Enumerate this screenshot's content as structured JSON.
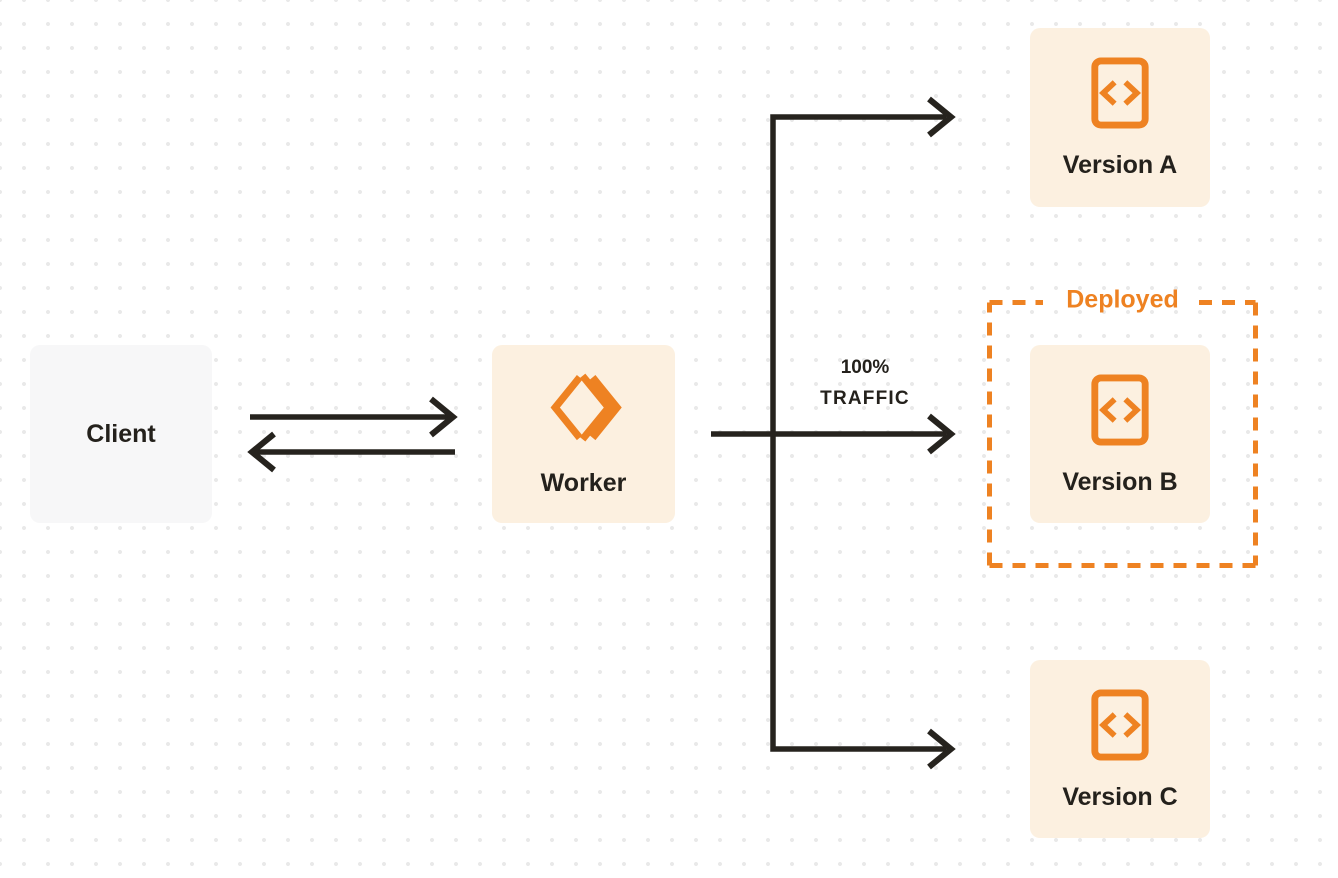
{
  "colors": {
    "orange": "#ee8222",
    "cream": "#fcf0e0",
    "client_bg": "#f7f7f8",
    "line": "#26231e",
    "text": "#24211c",
    "dot": "#e9e9e9",
    "bg": "#ffffff"
  },
  "nodes": {
    "client": {
      "label": "Client"
    },
    "worker": {
      "label": "Worker"
    },
    "version_a": {
      "label": "Version A"
    },
    "version_b": {
      "label": "Version B"
    },
    "version_c": {
      "label": "Version C"
    }
  },
  "group": {
    "label": "Deployed"
  },
  "edge_label": {
    "percent": "100%",
    "traffic": "TRAFFIC"
  },
  "icons": {
    "worker_icon": "double-chevron-diamond",
    "version_icon": "code-file"
  }
}
